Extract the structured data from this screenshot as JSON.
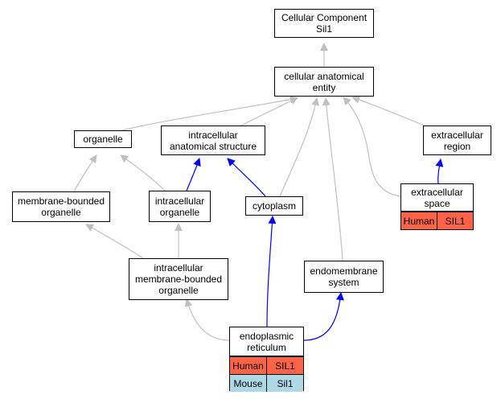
{
  "colors": {
    "gray_edge": "#c0c0c0",
    "blue_edge": "#0000ff",
    "human": "#ff6347",
    "mouse": "#add8e6"
  },
  "nodes": {
    "root": "Cellular Component\nSil1",
    "cae": "cellular anatomical\nentity",
    "organelle": "organelle",
    "ias": "intracellular\nanatomical structure",
    "ecr": "extracellular\nregion",
    "mbo": "membrane-bounded\norganelle",
    "io": "intracellular\norganelle",
    "cyto": "cytoplasm",
    "imbo": "intracellular\nmembrane-bounded\norganelle",
    "endo": "endomembrane\nsystem"
  },
  "tables": {
    "ecs": {
      "title": "extracellular\nspace",
      "rows": [
        {
          "species": "Human",
          "gene": "SIL1",
          "color_key": "human"
        }
      ]
    },
    "er": {
      "title": "endoplasmic\nreticulum",
      "rows": [
        {
          "species": "Human",
          "gene": "SIL1",
          "color_key": "human"
        },
        {
          "species": "Mouse",
          "gene": "Sil1",
          "color_key": "mouse"
        }
      ]
    }
  }
}
